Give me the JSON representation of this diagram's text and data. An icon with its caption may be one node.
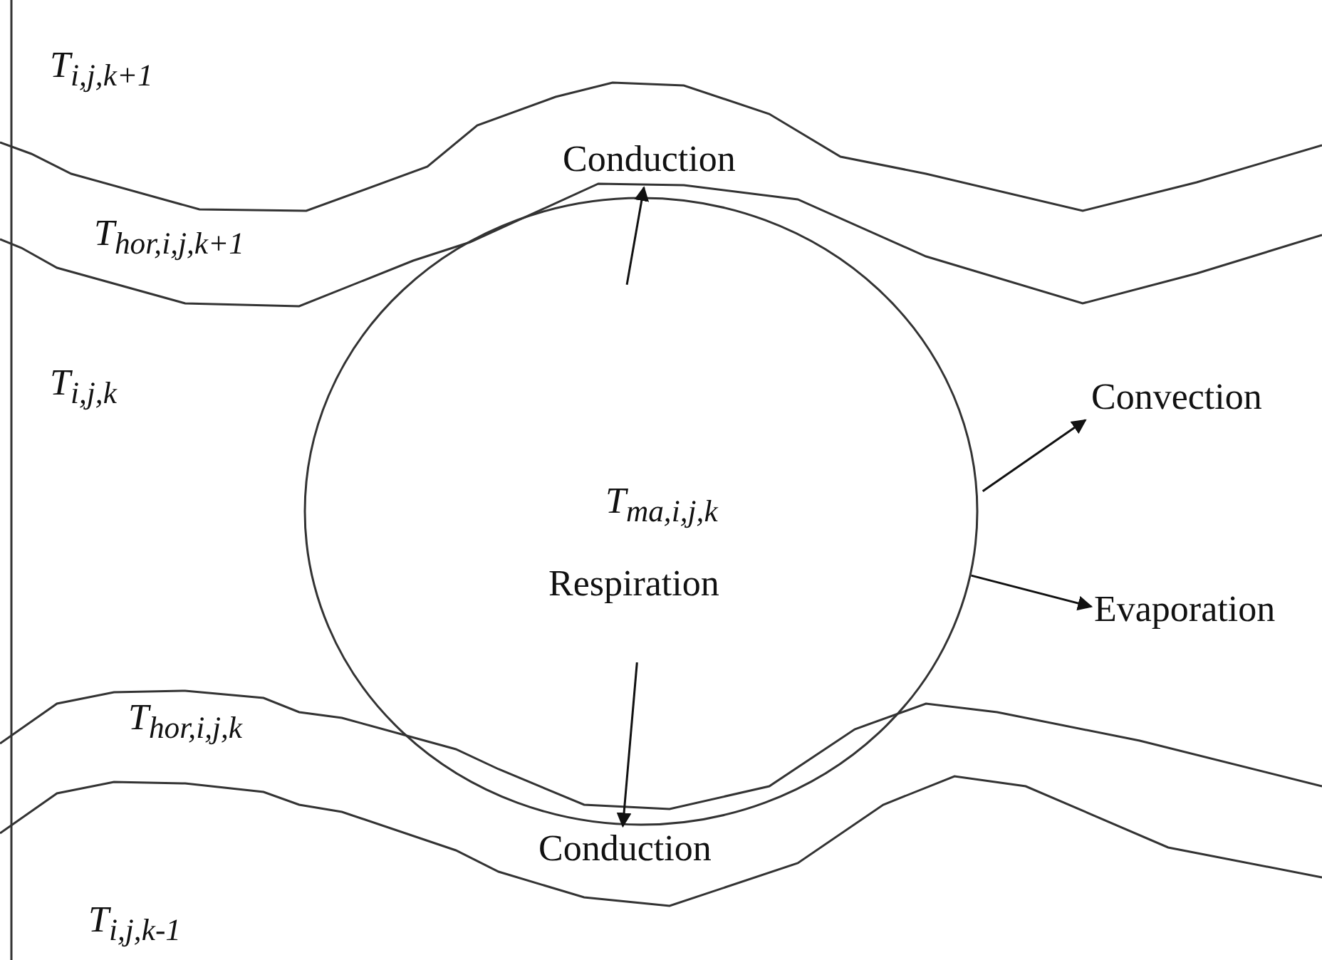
{
  "diagram": {
    "nodes": [
      {
        "text": [
          "T$_{hor,i,j,k+1}$"
        ]
      },
      {
        "text": [
          "Conduction"
        ],
        "in": 0
      },
      {
        "text": [
          "T$_{ma,i,j,k}$",
          "Respiration"
        ]
      },
      {
        "text": [
          "Convection"
        ]
      },
      {
        "text": [
          "Evaporation"
        ]
      },
      {
        "text": [
          "T$_{hor,i,j,k}$"
        ]
      },
      {
        "text": [
          "Conduction"
        ],
        "in": 5
      }
    ],
    "edges": [
      {
        "from": 2,
        "to": 1,
        "arrow": "to"
      },
      {
        "from": 2,
        "to": 3,
        "arrow": "to"
      },
      {
        "from": 2,
        "to": 4,
        "arrow": "to"
      },
      {
        "from": 2,
        "to": 6,
        "arrow": "to"
      }
    ],
    "labels": [
      "T$_{i,j,k+1}$",
      "T$_{i,j,k}$",
      "T$_{i,j,k-1}$"
    ]
  }
}
